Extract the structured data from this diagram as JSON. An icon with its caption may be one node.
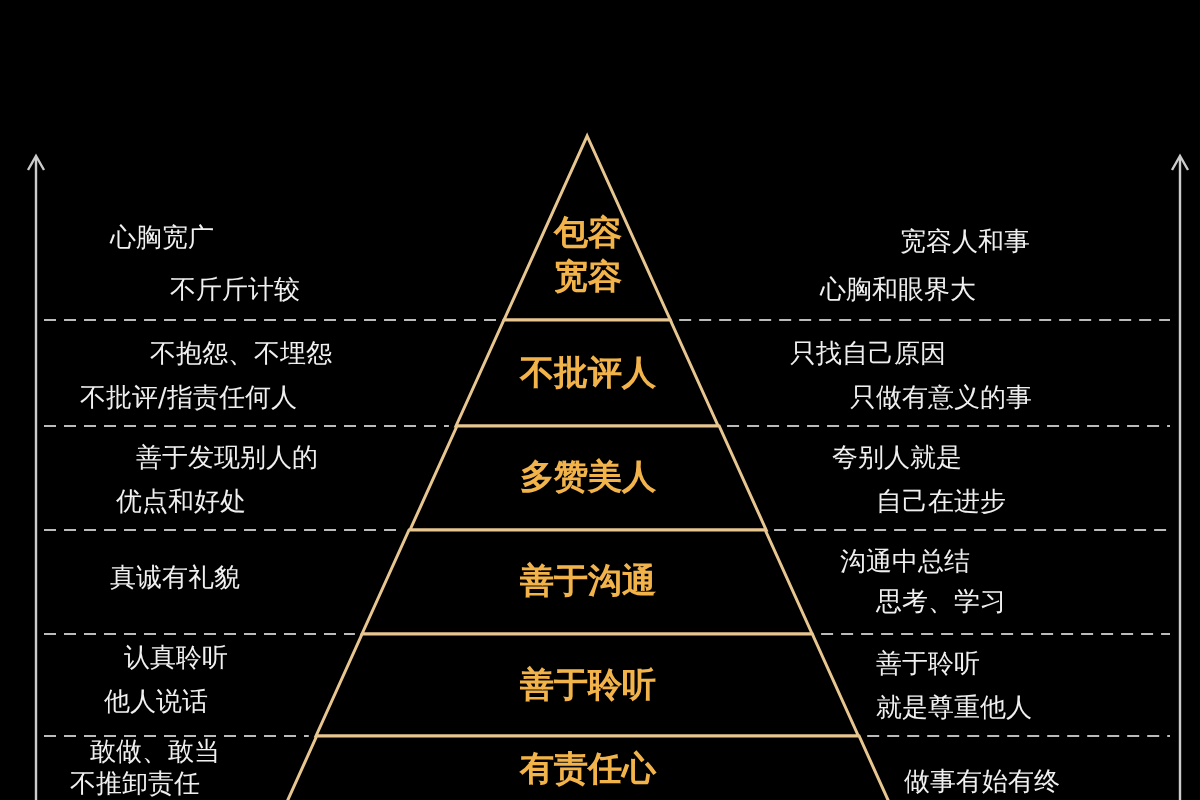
{
  "diagram": {
    "nodes": [
      {
        "text": [
          "包容宽容"
        ]
      },
      {
        "text": [
          "不批评人"
        ]
      },
      {
        "text": [
          "多赞美人"
        ]
      },
      {
        "text": [
          "善于沟通"
        ]
      },
      {
        "text": [
          "善于聆听"
        ]
      },
      {
        "text": [
          "有责任心"
        ]
      }
    ],
    "labels": [
      "心胸宽广",
      "不斤斤计较",
      "宽容人和事",
      "心胸和眼界大",
      "不抱怨、不埋怨",
      "不批评/指责任何人",
      "只找自己原因",
      "只做有意义的事",
      "善于发现别人的",
      "优点和好处",
      "夸别人就是",
      "自己在进步",
      "真诚有礼貌",
      "沟通中总结",
      "思考、学习",
      "认真聆听",
      "他人说话",
      "善于聆听",
      "就是尊重他人",
      "敢做、敢当",
      "不推卸责任",
      "做事有始有终"
    ]
  }
}
